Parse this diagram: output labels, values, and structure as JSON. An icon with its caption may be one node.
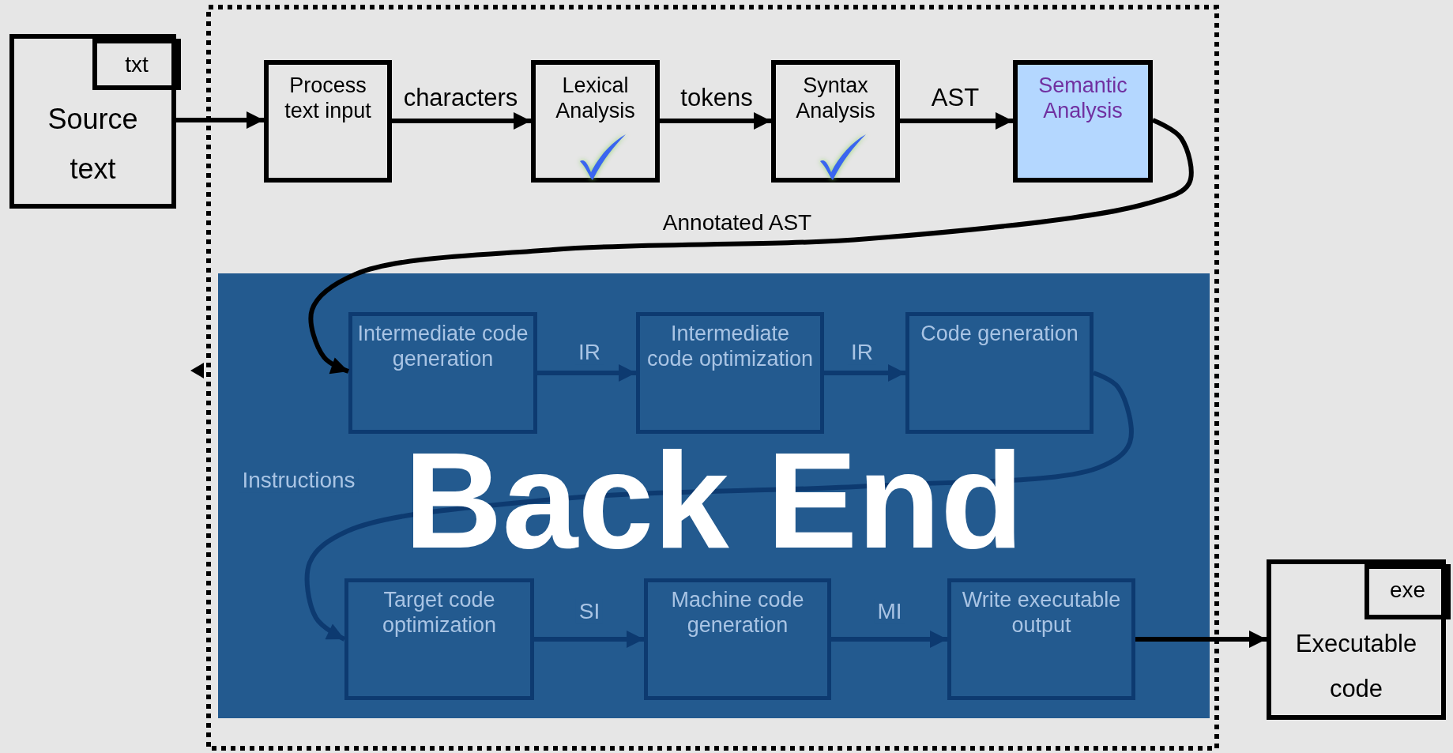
{
  "diagram": {
    "nodes": [
      {
        "text": [
          "Source text"
        ]
      },
      {
        "text": [
          "txt"
        ],
        "in": 0
      },
      {
        "text": [
          "Process text input"
        ]
      },
      {
        "text": [
          "Lexical Analysis"
        ]
      },
      {
        "text": [
          "Syntax Analysis"
        ]
      },
      {
        "text": [
          "Semantic Analysis"
        ]
      },
      {
        "text": [
          "Back End"
        ]
      },
      {
        "text": [
          "Intermediate code generation"
        ],
        "in": 6
      },
      {
        "text": [
          "Intermediate code optimization"
        ],
        "in": 6
      },
      {
        "text": [
          "Code generation"
        ],
        "in": 6
      },
      {
        "text": [
          "Target code optimization"
        ],
        "in": 6
      },
      {
        "text": [
          "Machine code generation"
        ],
        "in": 6
      },
      {
        "text": [
          "Write executable output"
        ],
        "in": 6
      },
      {
        "text": [
          "Executable code"
        ]
      },
      {
        "text": [
          "exe"
        ],
        "in": 13
      }
    ],
    "edges": [
      {
        "from": 0,
        "to": 2,
        "arrow": "to"
      },
      {
        "from": 2,
        "to": 3,
        "arrow": "to",
        "label": "characters"
      },
      {
        "from": 3,
        "to": 4,
        "arrow": "to",
        "label": "tokens"
      },
      {
        "from": 4,
        "to": 5,
        "arrow": "to",
        "label": "AST"
      },
      {
        "from": 5,
        "to": 7,
        "arrow": "to",
        "label": "Annotated AST"
      },
      {
        "from": 7,
        "to": 8,
        "arrow": "to",
        "label": "IR",
        "color": "#0d3a70"
      },
      {
        "from": 8,
        "to": 9,
        "arrow": "to",
        "label": "IR",
        "color": "#0d3a70"
      },
      {
        "from": 9,
        "to": 10,
        "arrow": "to",
        "label": "Instructions",
        "color": "#0d3a70"
      },
      {
        "from": 10,
        "to": 11,
        "arrow": "to",
        "label": "SI",
        "color": "#0d3a70"
      },
      {
        "from": 11,
        "to": 12,
        "arrow": "to",
        "label": "MI",
        "color": "#0d3a70"
      },
      {
        "from": 12,
        "to": 13,
        "arrow": "to"
      }
    ]
  }
}
